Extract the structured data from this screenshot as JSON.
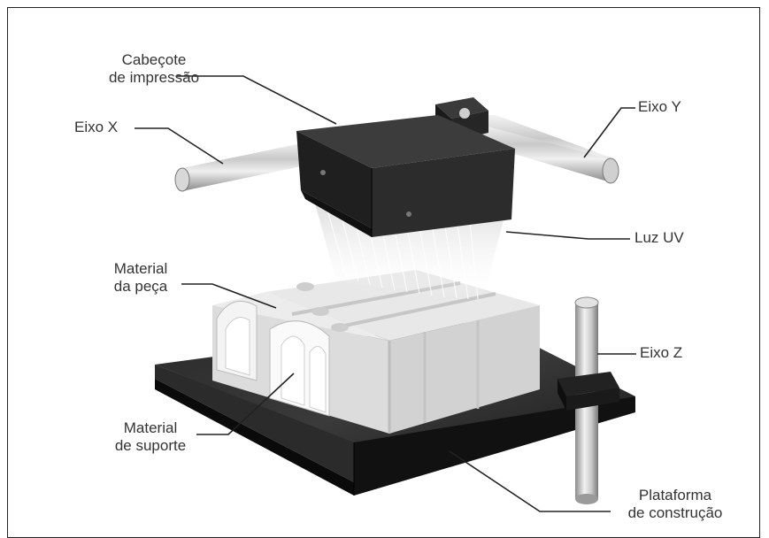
{
  "labels": {
    "cabecote": [
      "Cabeçote",
      "de impressão"
    ],
    "eixo_x": "Eixo X",
    "eixo_y": "Eixo Y",
    "luz_uv": "Luz UV",
    "material_peca": [
      "Material",
      "da peça"
    ],
    "eixo_z": "Eixo Z",
    "material_suporte": [
      "Material",
      "de suporte"
    ],
    "plataforma": [
      "Plataforma",
      "de construção"
    ]
  },
  "colors": {
    "platform": "#1e1e1e",
    "head": "#2d2d2d",
    "part": "#e4e4e4",
    "rod": "#bcbcbc",
    "leader": "#222222"
  }
}
